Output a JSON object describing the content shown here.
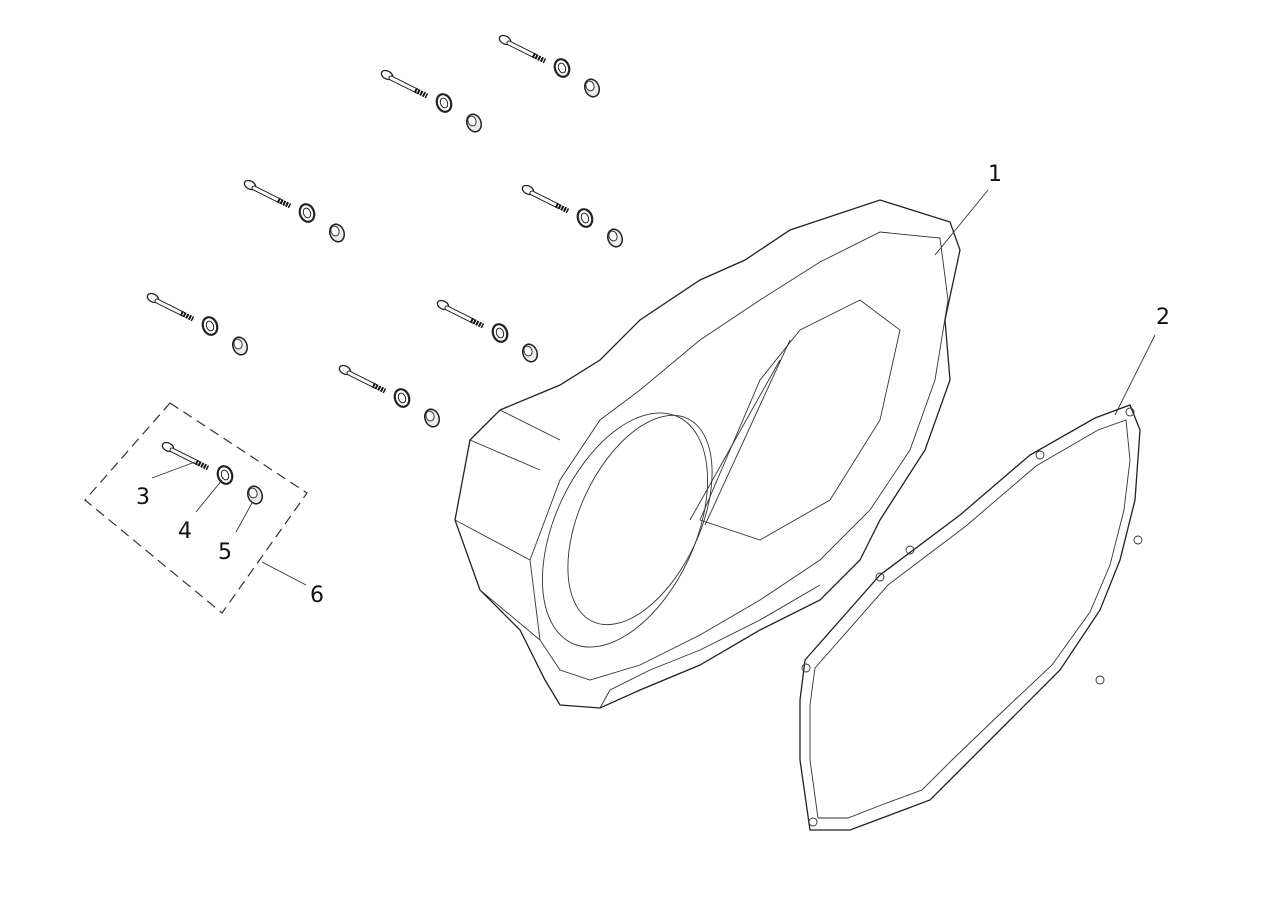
{
  "diagram": {
    "type": "exploded-parts-diagram",
    "callouts": [
      {
        "id": "1",
        "part": "cover"
      },
      {
        "id": "2",
        "part": "gasket"
      },
      {
        "id": "3",
        "part": "bolt"
      },
      {
        "id": "4",
        "part": "washer"
      },
      {
        "id": "5",
        "part": "nut"
      },
      {
        "id": "6",
        "part": "fastener-kit"
      }
    ],
    "fastener_sets_count": 8,
    "line_color": "#222222",
    "background": "#ffffff"
  }
}
